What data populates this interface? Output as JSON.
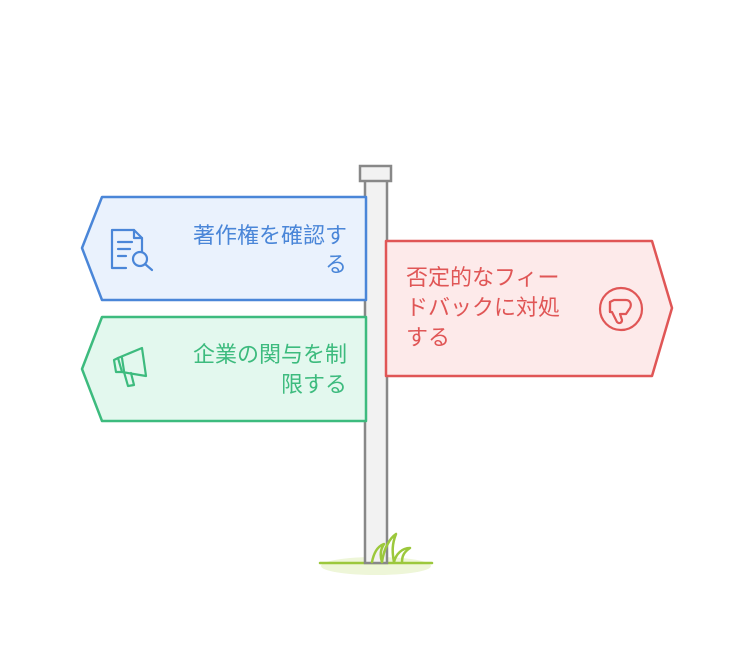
{
  "colors": {
    "blue_stroke": "#4a86d8",
    "blue_fill": "#eaf2fd",
    "blue_text": "#4a86d8",
    "green_stroke": "#3dbb7e",
    "green_fill": "#e3f8ee",
    "green_text": "#3dbb7e",
    "red_stroke": "#e05656",
    "red_fill": "#fdeaea",
    "red_text": "#e05656",
    "post_fill": "#f2f2f2",
    "post_stroke": "#888888",
    "grass": "#9cc83c",
    "ground": "#eef6d8"
  },
  "signs": {
    "copyright": {
      "line1": "著作権を確認す",
      "line2": "る",
      "icon": "document-search-icon"
    },
    "company": {
      "line1": "企業の関与を制",
      "line2": "限する",
      "icon": "megaphone-icon"
    },
    "feedback": {
      "line1": "否定的なフィー",
      "line2": "ドバックに対処",
      "line3": "する",
      "icon": "thumbs-down-icon"
    }
  }
}
